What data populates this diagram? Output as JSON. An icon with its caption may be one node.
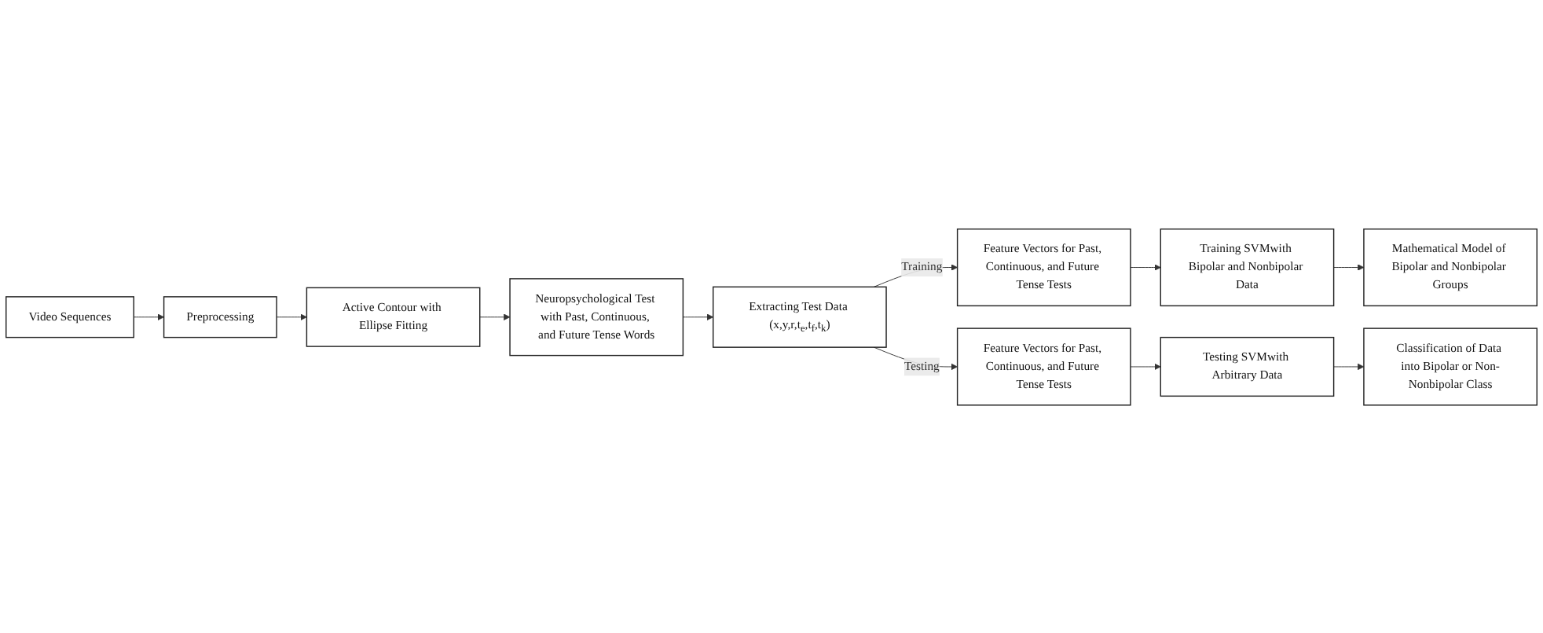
{
  "diagram": {
    "nodes": [
      {
        "text": [
          "Video Sequences"
        ]
      },
      {
        "text": [
          "Preprocessing"
        ]
      },
      {
        "text": [
          "Active Contour with Ellipse Fitting"
        ]
      },
      {
        "text": [
          "Neuropsychological Test with Past, Continuous, and Future Tense Words"
        ]
      },
      {
        "text": [
          "Extracting Test Data (x,y,r,t$_{e}$,t$_{f}$,t$_{k}$)"
        ]
      },
      {
        "text": [
          "Feature Vectors for Past, Continuous, and Future Tense Tests"
        ]
      },
      {
        "text": [
          "Training SVMwith Bipolar and Nonbipolar Data"
        ]
      },
      {
        "text": [
          "Mathematical Model of Bipolar and Nonbipolar Groups"
        ]
      },
      {
        "text": [
          "Feature Vectors for Past, Continuous, and Future Tense Tests"
        ]
      },
      {
        "text": [
          "Testing SVMwith Arbitrary Data"
        ]
      },
      {
        "text": [
          "Classification of Data into Bipolar or Non-Nonbipolar Class"
        ]
      }
    ],
    "edges": [
      {
        "from": 0,
        "to": 1,
        "arrow": "to"
      },
      {
        "from": 1,
        "to": 2,
        "arrow": "to"
      },
      {
        "from": 2,
        "to": 3,
        "arrow": "to"
      },
      {
        "from": 3,
        "to": 4,
        "arrow": "to"
      },
      {
        "from": 4,
        "to": 5,
        "arrow": "to",
        "label": "Training"
      },
      {
        "from": 5,
        "to": 6,
        "arrow": "to"
      },
      {
        "from": 6,
        "to": 7,
        "arrow": "to"
      },
      {
        "from": 4,
        "to": 8,
        "arrow": "to",
        "label": "Testing"
      },
      {
        "from": 8,
        "to": 9,
        "arrow": "to"
      },
      {
        "from": 9,
        "to": 10,
        "arrow": "to"
      }
    ]
  }
}
